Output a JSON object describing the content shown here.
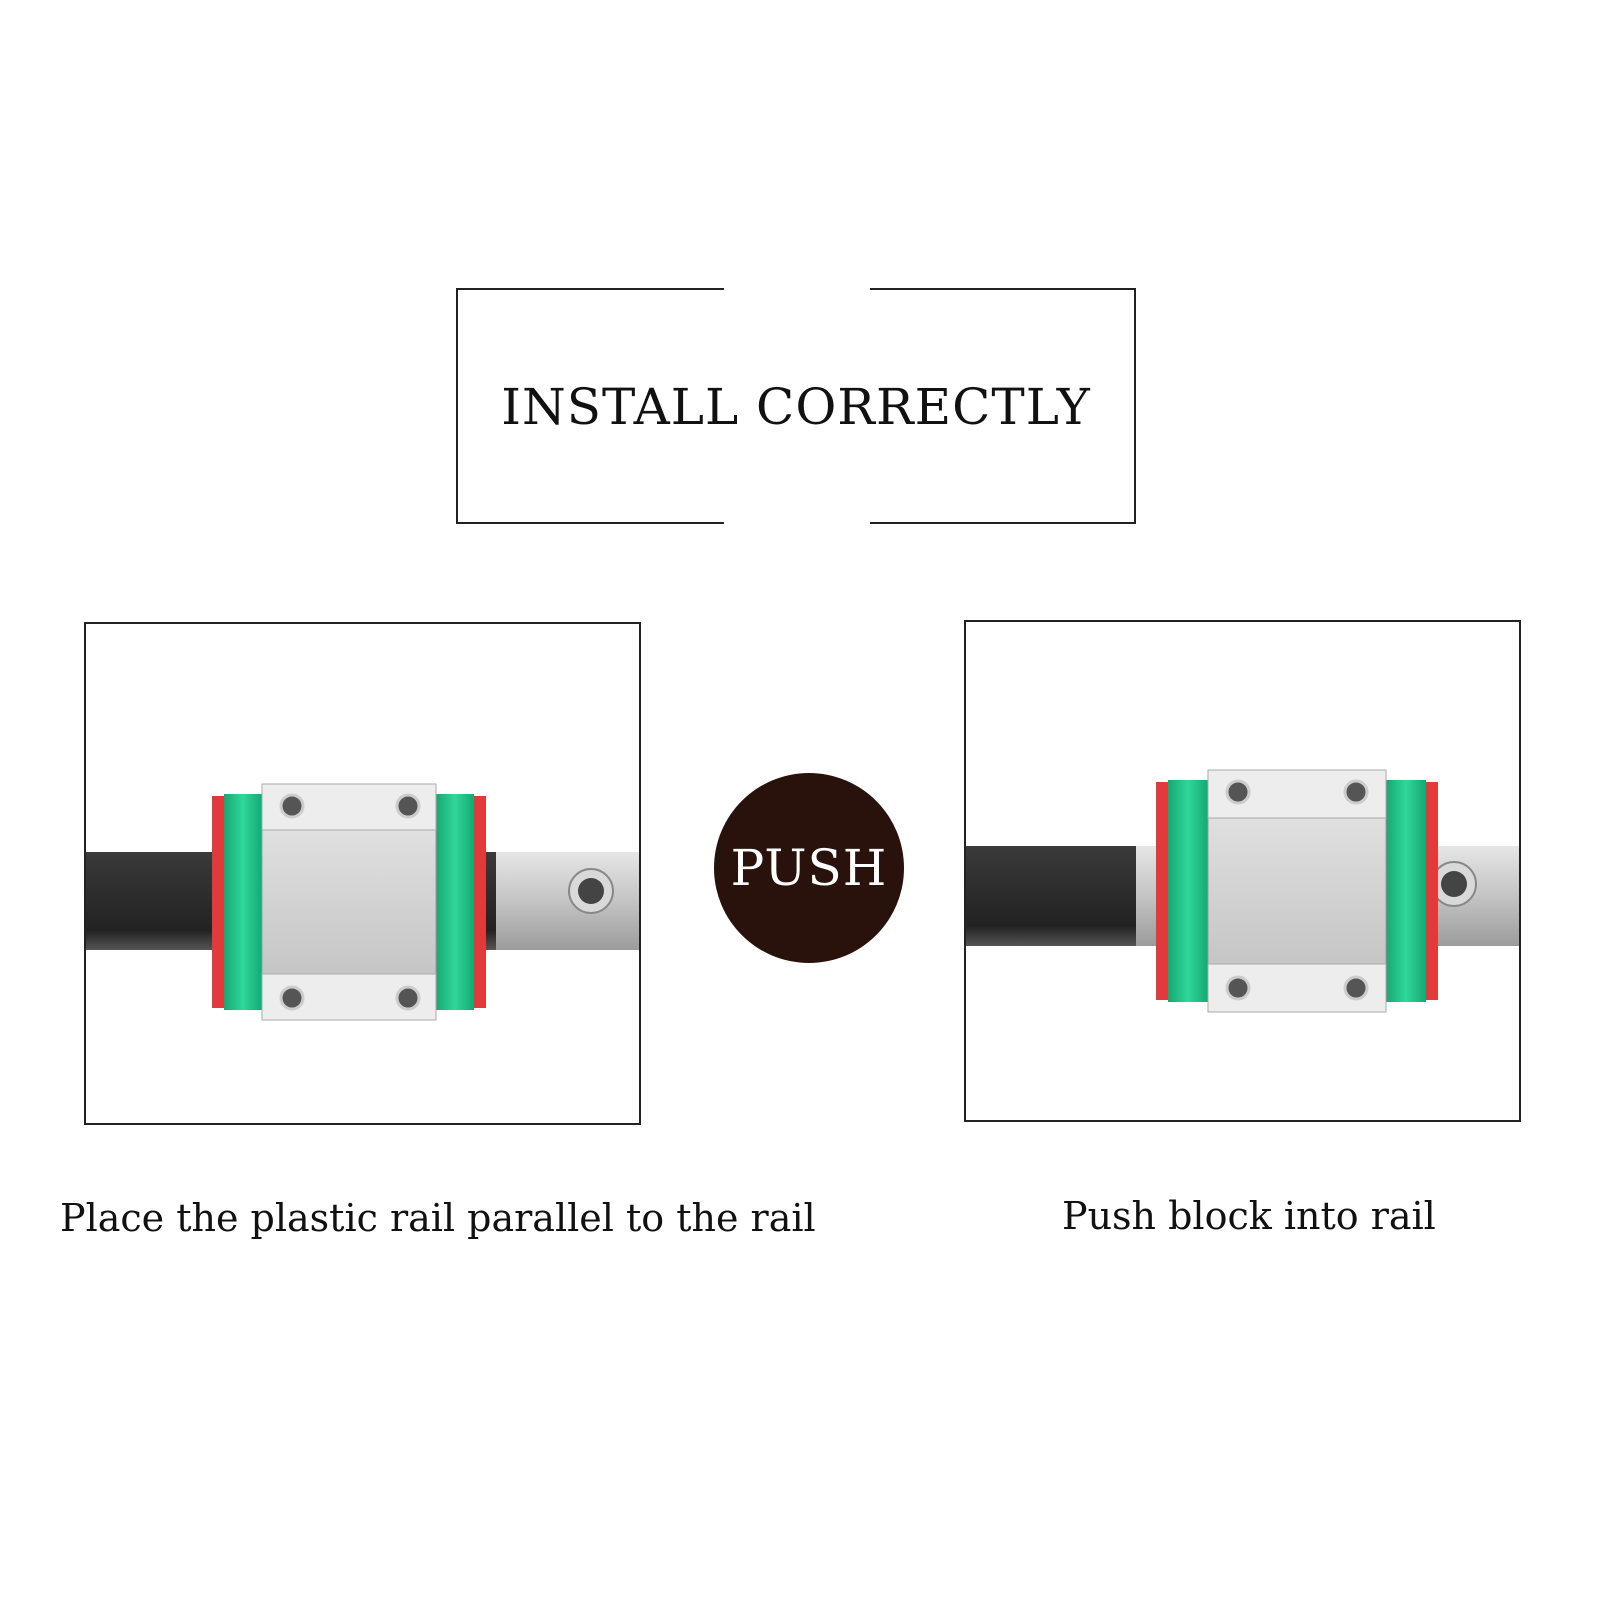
{
  "title": "INSTALL CORRECTLY",
  "push_label": "PUSH",
  "steps": [
    {
      "caption": "Place the plastic rail parallel to the rail"
    },
    {
      "caption": "Push block into rail"
    }
  ],
  "colors": {
    "rail_dark": "#2a2a2a",
    "rail_steel": "#c9c9c9",
    "seal_green": "#22c48a",
    "seal_red": "#e03a3a",
    "block_steel": "#cfcfcf",
    "push_circle": "#2a120c"
  }
}
